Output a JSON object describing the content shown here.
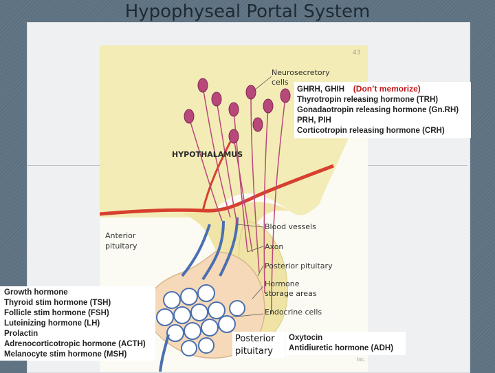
{
  "title": "Hypophyseal Portal System",
  "figure_labels": {
    "neurosecretory_line1": "Neurosecretory",
    "neurosecretory_line2": "cells",
    "hypothalamus": "HYPOTHALAMUS",
    "anterior_line1": "Anterior",
    "anterior_line2": "pituitary",
    "blood_vessels": "Blood vessels",
    "axon": "Axon",
    "posterior_pituitary": "Posterior pituitary",
    "hormone_storage_line1": "Hormone",
    "hormone_storage_line2": "storage areas",
    "endocrine_cells": "Endocrine cells",
    "corner_mark": "43",
    "copyright": "Inc."
  },
  "hypothalamic_box": {
    "first": "GHRH, GHIH",
    "note": "(Don’t memorize)",
    "items": [
      "Thyrotropin releasing hormone (TRH)",
      "Gonadaotropin releasing hormone (Gn.RH)",
      "PRH, PIH",
      "Corticotropin releasing hormone (CRH)"
    ]
  },
  "anterior_box": {
    "items": [
      "Growth hormone",
      "Thyroid stim hormone (TSH)",
      "Follicle stim hormone (FSH)",
      "Luteinizing hormone (LH)",
      "Prolactin",
      "Adrenocorticotropic hormone (ACTH)",
      "Melanocyte stim hormone (MSH)"
    ]
  },
  "posterior_label": {
    "line1": "Posterior",
    "line2": "pituitary"
  },
  "posterior_box": {
    "items": [
      "Oxytocin",
      "Antidiuretic hormone (ADH)"
    ]
  },
  "colors": {
    "background": "#5f7383",
    "panel": "#eef0f1",
    "tissue": "#f3ecb6",
    "neuron": "#b8487a",
    "artery": "#d7402e",
    "vein": "#4a6fb0",
    "note_red": "#c0181a"
  }
}
